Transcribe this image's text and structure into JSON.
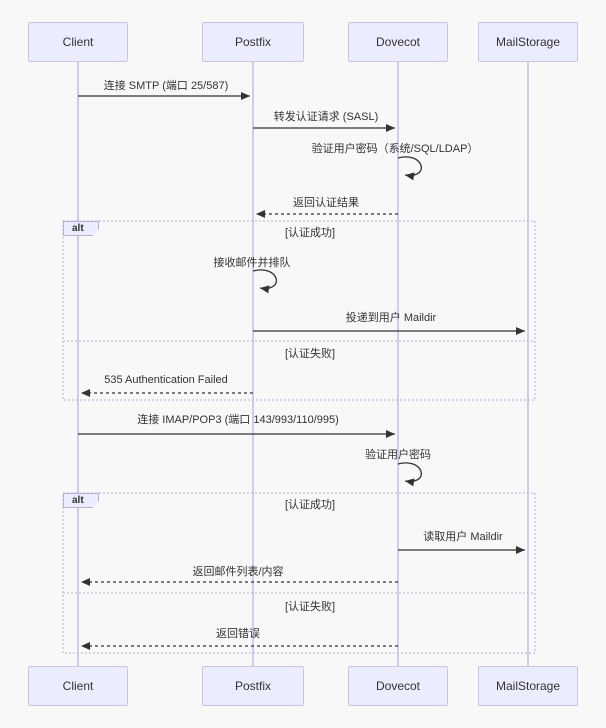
{
  "colors": {
    "background": "#f8f8f8",
    "actor_fill": "#ececff",
    "actor_border": "#c8c5e8",
    "lifeline": "#d6c9ef",
    "arrow": "#333333",
    "text": "#333333",
    "frame_border": "#b5b2d8",
    "frame_label_fill": "#ececff"
  },
  "actors": [
    {
      "name": "Client"
    },
    {
      "name": "Postfix"
    },
    {
      "name": "Dovecot"
    },
    {
      "name": "MailStorage"
    }
  ],
  "messages": [
    {
      "from": "Client",
      "to": "Postfix",
      "style": "solid",
      "text": "连接 SMTP (端口 25/587)"
    },
    {
      "from": "Postfix",
      "to": "Dovecot",
      "style": "solid",
      "text": "转发认证请求 (SASL)"
    },
    {
      "from": "Dovecot",
      "to": "Dovecot",
      "style": "self",
      "text": "验证用户密码（系统/SQL/LDAP）"
    },
    {
      "from": "Dovecot",
      "to": "Postfix",
      "style": "dashed",
      "text": "返回认证结果"
    },
    {
      "from": "Postfix",
      "to": "Postfix",
      "style": "self",
      "text": "接收邮件并排队"
    },
    {
      "from": "Postfix",
      "to": "MailStorage",
      "style": "solid",
      "text": "投递到用户 Maildir"
    },
    {
      "from": "Postfix",
      "to": "Client",
      "style": "dashed",
      "text": "535 Authentication Failed"
    },
    {
      "from": "Client",
      "to": "Dovecot",
      "style": "solid",
      "text": "连接 IMAP/POP3 (端口 143/993/110/995)"
    },
    {
      "from": "Dovecot",
      "to": "Dovecot",
      "style": "self",
      "text": "验证用户密码"
    },
    {
      "from": "Dovecot",
      "to": "MailStorage",
      "style": "solid",
      "text": "读取用户 Maildir"
    },
    {
      "from": "Dovecot",
      "to": "Client",
      "style": "dashed",
      "text": "返回邮件列表/内容"
    },
    {
      "from": "Dovecot",
      "to": "Client",
      "style": "dashed",
      "text": "返回错误"
    }
  ],
  "alt_blocks": [
    {
      "label": "alt",
      "conditions": [
        "[认证成功]",
        "[认证失败]"
      ]
    },
    {
      "label": "alt",
      "conditions": [
        "[认证成功]",
        "[认证失败]"
      ]
    }
  ]
}
